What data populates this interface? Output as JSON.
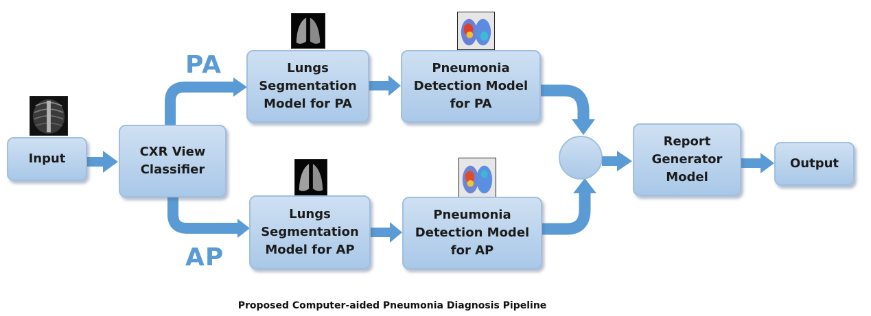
{
  "labels": {
    "pa": "PA",
    "ap": "AP"
  },
  "boxes": {
    "input": "Input",
    "view_classifier": "CXR View\nClassifier",
    "seg_pa": "Lungs\nSegmentation\nModel for PA",
    "det_pa": "Pneumonia\nDetection Model\nfor PA",
    "seg_ap": "Lungs\nSegmentation\nModel for AP",
    "det_ap": "Pneumonia\nDetection Model\nfor AP",
    "report": "Report\nGenerator\nModel",
    "output": "Output"
  },
  "caption": "Proposed Computer-aided Pneumonia Diagnosis  Pipeline",
  "colors": {
    "arrow": "#5b9bd5",
    "box_fill": "#b8d3ee",
    "label": "#5b9bd5"
  }
}
